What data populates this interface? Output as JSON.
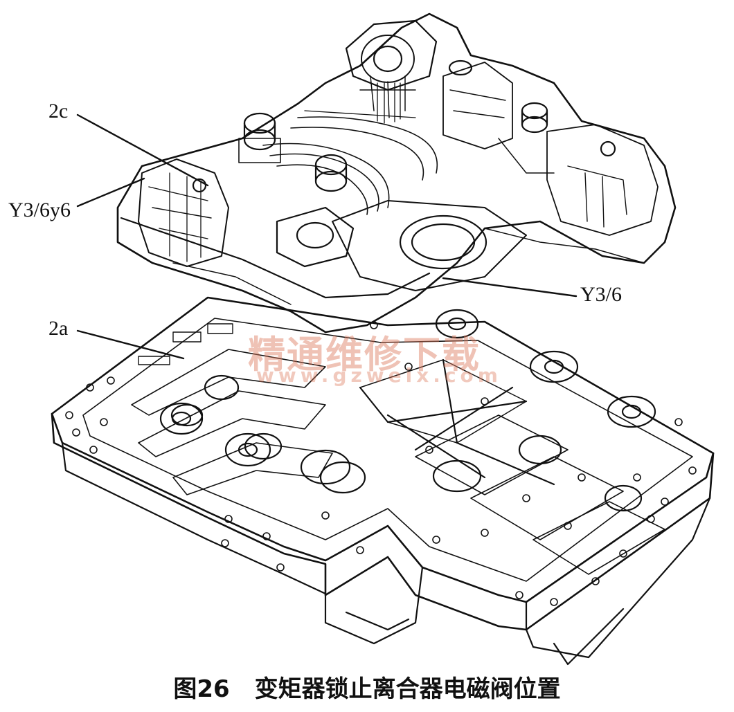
{
  "labels": {
    "part_2c": "2c",
    "part_y36y6": "Y3/6y6",
    "part_y36": "Y3/6",
    "part_2a": "2a"
  },
  "watermark": {
    "text": "精通维修下载",
    "url": "www.gzweix.com"
  },
  "caption": {
    "figure": "图26",
    "title": "变矩器锁止离合器电磁阀位置"
  },
  "colors": {
    "line": "#111111",
    "watermark": "#dc785a"
  }
}
